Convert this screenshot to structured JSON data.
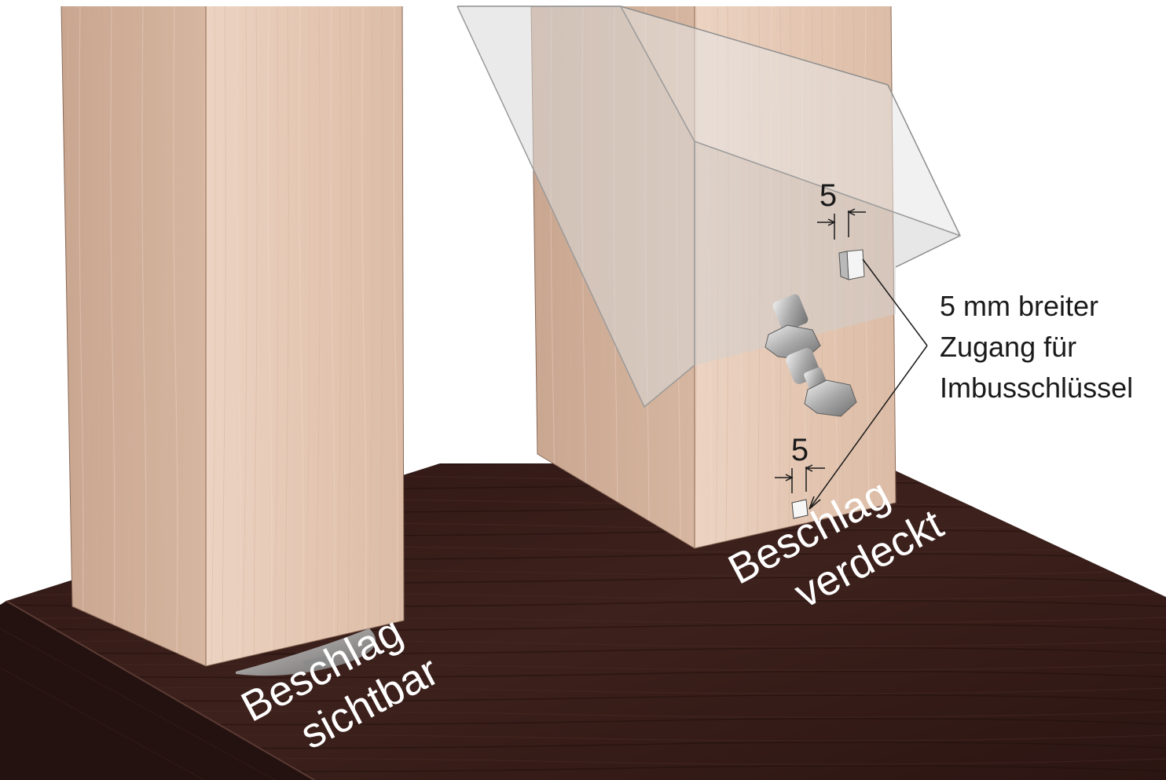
{
  "labels": {
    "left_line1": "Beschlag",
    "left_line2": "sichtbar",
    "right_line1": "Beschlag",
    "right_line2": "verdeckt",
    "dim_top": "5",
    "dim_bottom": "5",
    "callout_line1": "5 mm breiter",
    "callout_line2": "Zugang für",
    "callout_line3": "Imbusschlüssel"
  },
  "colors": {
    "board_top": "#3b1f1a",
    "board_front": "#2a1512",
    "post_light": "#e6cbb8",
    "post_shade": "#c9a893",
    "glass": "#dcdcdc",
    "hardware": "#b8b8b8",
    "label_white": "#ffffff",
    "ink": "#1a1a1a"
  },
  "icons": {
    "bolt": "hex-bolt-icon",
    "plate": "mounting-plate-icon"
  }
}
